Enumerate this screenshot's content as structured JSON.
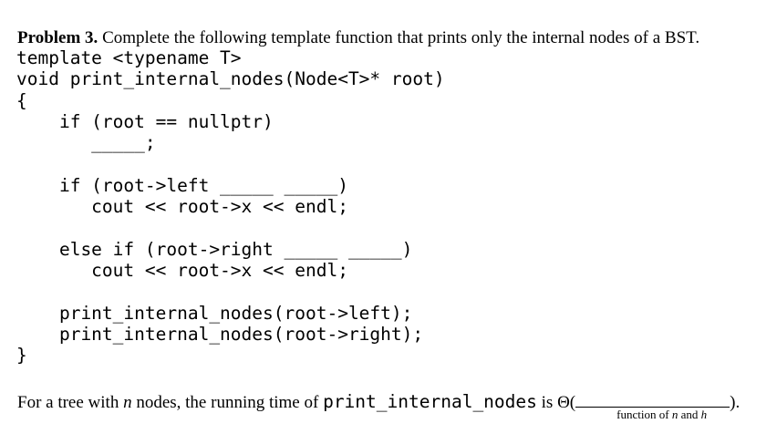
{
  "page": {
    "background": "#ffffff",
    "text_color": "#000000"
  },
  "problem": {
    "label": "Problem 3.",
    "statement": " Complete the following template function that prints only the internal nodes of a BST."
  },
  "code": {
    "text": "template <typename T>\nvoid print_internal_nodes(Node<T>* root)\n{\n    if (root == nullptr)\n       _____;\n\n    if (root->left _____ _____)\n       cout << root->x << endl;\n\n    else if (root->right _____ _____)\n       cout << root->x << endl;\n\n    print_internal_nodes(root->left);\n    print_internal_nodes(root->right);\n}"
  },
  "question": {
    "text_before_n": "For a tree with ",
    "var_n": "n",
    "text_after_n": " nodes, the running time of ",
    "function_name": "print_internal_nodes",
    "text_is_theta": " is Θ(",
    "text_close": ").",
    "blank_caption": {
      "prefix": "function of ",
      "var_n": "n",
      "connector": " and ",
      "var_h": "h"
    }
  }
}
